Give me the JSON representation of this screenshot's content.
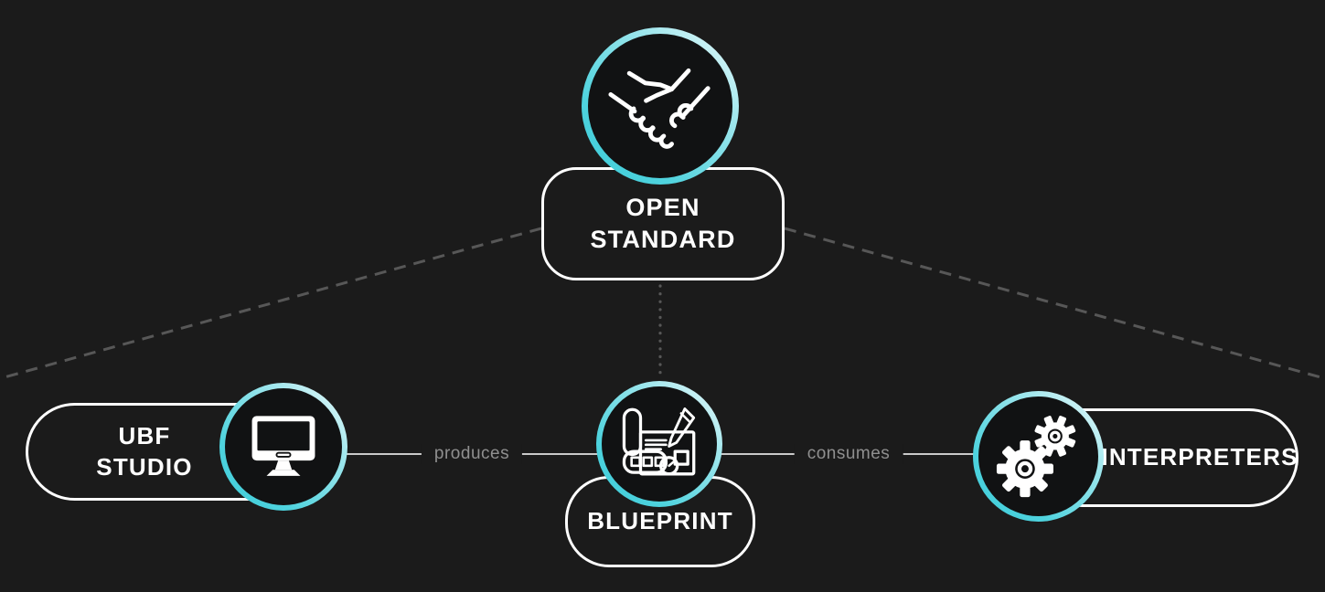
{
  "diagram": {
    "nodes": {
      "open_standard": {
        "line1": "OPEN",
        "line2": "STANDARD",
        "icon": "handshake"
      },
      "ubf_studio": {
        "line1": "UBF",
        "line2": "STUDIO",
        "icon": "desktop-monitor"
      },
      "blueprint": {
        "label": "BLUEPRINT",
        "icon": "blueprint-document"
      },
      "interpreters": {
        "label": "INTERPRETERS",
        "icon": "gears"
      }
    },
    "edges": {
      "produces": {
        "label": "produces",
        "from": "ubf_studio",
        "to": "blueprint",
        "style": "solid"
      },
      "consumes": {
        "label": "consumes",
        "from": "blueprint",
        "to": "interpreters",
        "style": "solid"
      },
      "open_standard_left": {
        "style": "dashed"
      },
      "open_standard_right": {
        "style": "dashed"
      },
      "open_standard_down": {
        "style": "dotted",
        "from": "open_standard",
        "to": "blueprint"
      }
    },
    "colors": {
      "bg": "#1b1b1b",
      "node_fill": "#111213",
      "accent": "#4fd3de",
      "accent_light": "#f2fcfd",
      "accent_deep": "#3ecbd8",
      "line": "#c9c9c9",
      "dash": "#575757",
      "edge_label": "#8f8f8f",
      "text": "#ffffff"
    }
  }
}
